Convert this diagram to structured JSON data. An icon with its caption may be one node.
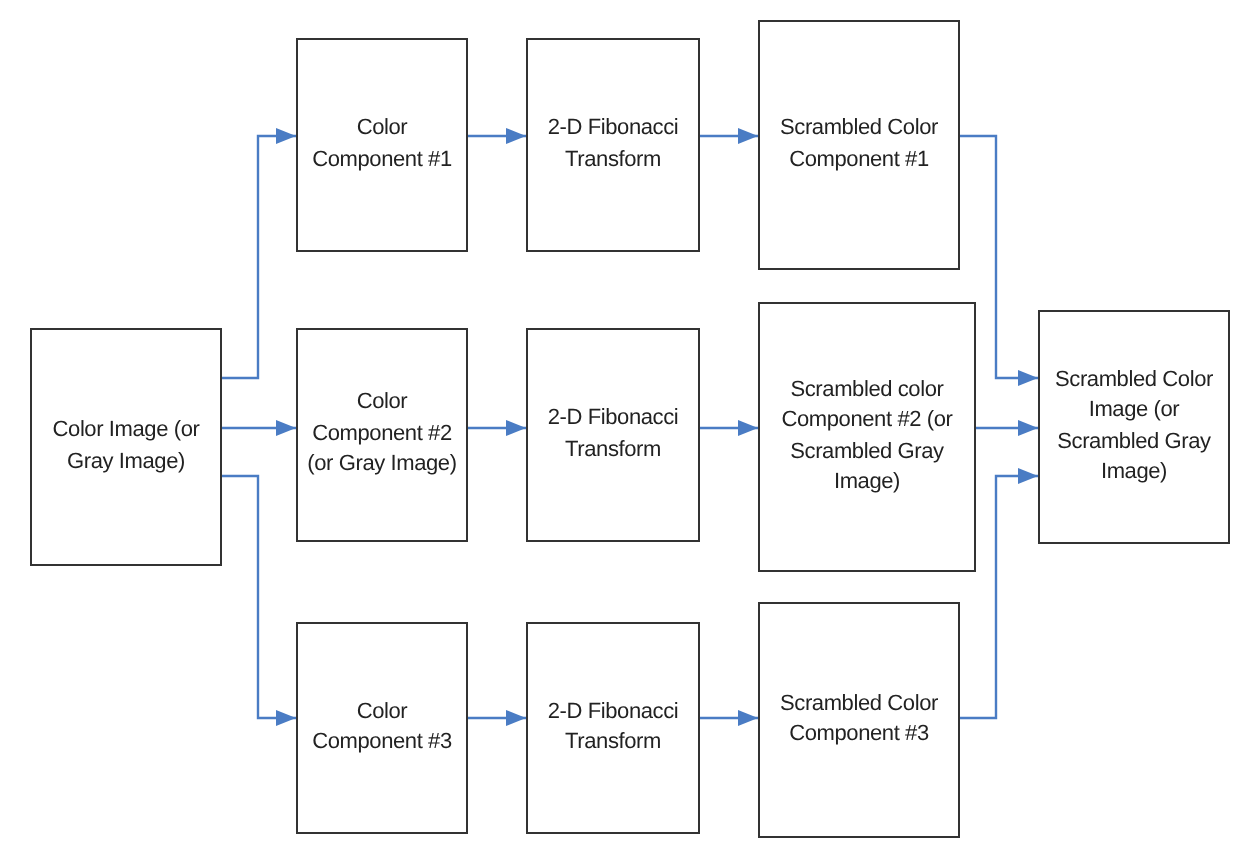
{
  "diagram": {
    "nodes": [
      {
        "text": [
          "Color Image (or Gray Image)"
        ]
      },
      {
        "text": [
          "Color Component #1"
        ]
      },
      {
        "text": [
          "2-D Fibonacci Transform"
        ]
      },
      {
        "text": [
          "Scrambled Color Component #1"
        ]
      },
      {
        "text": [
          "Color Component #2 (or Gray Image)"
        ]
      },
      {
        "text": [
          "2-D Fibonacci Transform"
        ]
      },
      {
        "text": [
          "Scrambled color Component #2 (or Scrambled Gray Image)"
        ]
      },
      {
        "text": [
          "Color Component #3"
        ]
      },
      {
        "text": [
          "2-D Fibonacci Transform"
        ]
      },
      {
        "text": [
          "Scrambled Color Component #3"
        ]
      },
      {
        "text": [
          "Scrambled Color Image (or Scrambled Gray Image)"
        ]
      }
    ],
    "edges": [
      {
        "from": 0,
        "to": 1,
        "arrow": "to"
      },
      {
        "from": 0,
        "to": 4,
        "arrow": "to"
      },
      {
        "from": 0,
        "to": 7,
        "arrow": "to"
      },
      {
        "from": 1,
        "to": 2,
        "arrow": "to"
      },
      {
        "from": 2,
        "to": 3,
        "arrow": "to"
      },
      {
        "from": 4,
        "to": 5,
        "arrow": "to"
      },
      {
        "from": 5,
        "to": 6,
        "arrow": "to"
      },
      {
        "from": 7,
        "to": 8,
        "arrow": "to"
      },
      {
        "from": 8,
        "to": 9,
        "arrow": "to"
      },
      {
        "from": 3,
        "to": 10,
        "arrow": "to"
      },
      {
        "from": 6,
        "to": 10,
        "arrow": "to"
      },
      {
        "from": 9,
        "to": 10,
        "arrow": "to"
      }
    ]
  }
}
